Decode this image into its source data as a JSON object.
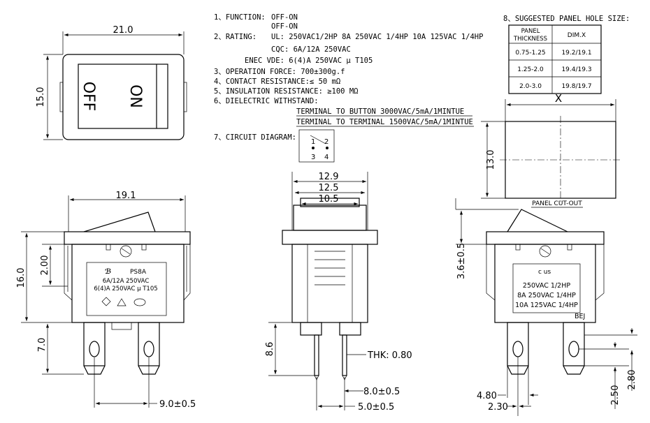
{
  "specs": {
    "function": {
      "label": "1、FUNCTION:",
      "value1": "OFF-ON",
      "value2": "OFF-ON"
    },
    "rating": {
      "label": "2、RATING:",
      "ul": "UL:  250VAC1/2HP   8A 250VAC 1/4HP 10A 125VAC 1/4HP",
      "cqc": "CQC:   6A/12A   250VAC",
      "enec": "ENEC VDE:  6(4)A  250VAC  μ T105"
    },
    "operation_force": "3、OPERATION FORCE:  700±300g.f",
    "contact_resistance": "4、CONTACT RESISTANCE:≤ 50 mΩ",
    "insulation_resistance": "5、INSULATION RESISTANCE:  ≥100 MΩ",
    "dielectric": {
      "label": "6、DIELECTRIC WITHSTAND:",
      "line1": "TERMINAL TO BUTTON 3000VAC/5mA/1MINTUE",
      "line2": "TERMINAL TO TERMINAL 1500VAC/5mA/1MINTUE"
    },
    "circuit": {
      "label": "7、CIRCUIT DIAGRAM:",
      "pins": [
        "1",
        "2",
        "3",
        "4"
      ]
    }
  },
  "panel_table": {
    "title": "8、SUGGESTED PANEL HOLE SIZE:",
    "headers": [
      "PANEL THICKNESS",
      "DIM.X"
    ],
    "header_line1": "PANEL",
    "header_line2": "THICKNESS",
    "rows": [
      [
        "0.75-1.25",
        "19.2/19.1"
      ],
      [
        "1.25-2.0",
        "19.4/19.3"
      ],
      [
        "2.0-3.0",
        "19.8/19.7"
      ]
    ]
  },
  "panel_cutout": {
    "x_label": "X",
    "height": "13.0",
    "caption": "PANEL CUT-OUT"
  },
  "top_view": {
    "width": "21.0",
    "height": "15.0",
    "on_label": "ON",
    "off_label": "OFF"
  },
  "front_view": {
    "width": "19.1",
    "height": "16.0",
    "dim_2": "2.00",
    "dim_7": "7.0",
    "pin_pitch": "9.0±0.5",
    "brand": "PS8A",
    "line1": "6A/12A 250VAC",
    "line2": "6(4)A 250VAC μ T105"
  },
  "side_view": {
    "w1": "12.9",
    "w2": "12.5",
    "w3": "10.5",
    "thk": "THK: 0.80",
    "h": "8.6",
    "d1": "8.0±0.5",
    "d2": "5.0±0.5"
  },
  "rear_view": {
    "dim_36": "3.6±0.5",
    "line1": "250VAC 1/2HP",
    "line2": "8A 250VAC 1/4HP",
    "line3": "10A 125VAC 1/4HP",
    "maker": "BEJ",
    "ul_mark": "c us",
    "d480": "4.80",
    "d230": "2.30",
    "d250": "2.50",
    "d280": "2.80"
  }
}
